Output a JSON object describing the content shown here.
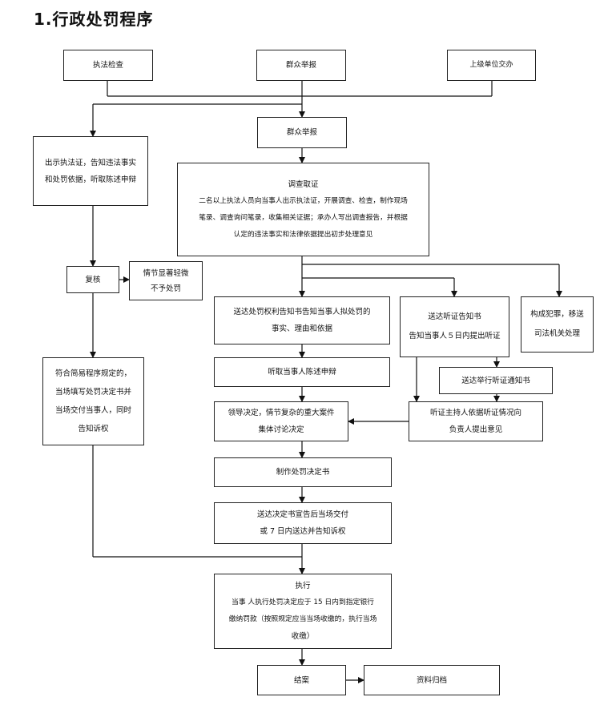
{
  "title": "1.行政处罚程序",
  "nodes": {
    "zhifa_jiancha": "执法检查",
    "qunzhong_jubao_top": "群众举报",
    "shangji_jiaoban": "上级单位交办",
    "qunzhong_jubao_mid": "群众举报",
    "chushi": [
      "出示执法证，告知违法事实",
      "和处罚依据，听取陈述申辩"
    ],
    "diaocha": [
      "调查取证",
      "二名以上执法人员向当事人出示执法证，开展调查、检查，制作现场",
      "笔录、调查询问笔录，收集相关证据；承办人写出调查报告，并根据",
      "认定的违法事实和法律依据提出初步处理意见"
    ],
    "fuhe": "复核",
    "qingjie": [
      "情节显著轻微",
      "不予处罚"
    ],
    "jianyi": [
      "符合简易程序规定的，",
      "当场填写处罚决定书并",
      "当场交付当事人，同时",
      "告知诉权"
    ],
    "songda_quanli": [
      "送达处罚权利告知书告知当事人拟处罚的",
      "事实、理由和依据"
    ],
    "songda_tingzheng": [
      "送达听证告知书",
      "告知当事人５日内提出听证"
    ],
    "goucheng": [
      "构成犯罪，移送",
      "司法机关处理"
    ],
    "tingqu": "听取当事人陈述申辩",
    "songda_juxing": "送达举行听证通知书",
    "lingdao": [
      "领导决定，情节复杂的重大案件",
      "集体讨论决定"
    ],
    "tingzheng_zhuchi": [
      "听证主持人依据听证情况向",
      "负责人提出意见"
    ],
    "zhizuo": "制作处罚决定书",
    "songda_jueding": [
      "送达决定书宣告后当场交付",
      "或 7 日内送达并告知诉权"
    ],
    "zhixing": [
      "执行",
      "当事 人执行处罚决定应于 15 日内到指定银行",
      "缴纳罚款（按照规定应当当场收缴的，执行当场",
      "收缴）"
    ],
    "jiean": "结案",
    "ziliao": "资料归档"
  }
}
